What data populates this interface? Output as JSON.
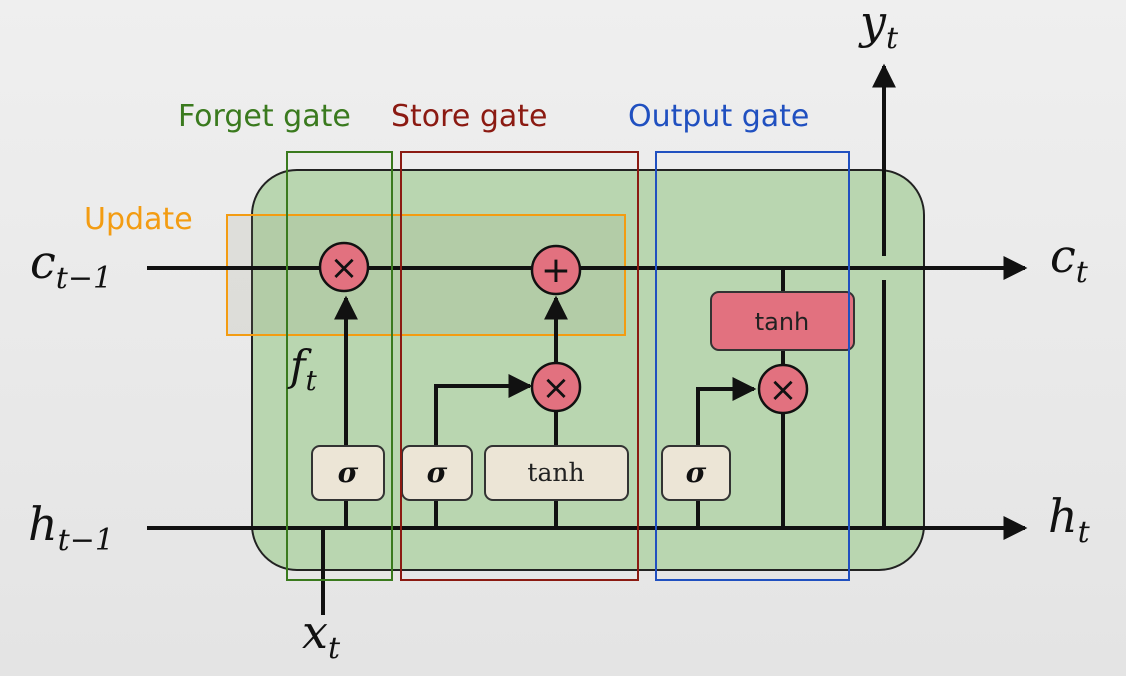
{
  "labels": {
    "forget_gate": "Forget gate",
    "store_gate": "Store gate",
    "output_gate": "Output gate",
    "update": "Update",
    "ft": "f",
    "ft_sub": "t"
  },
  "io": {
    "c_prev": "c",
    "c_prev_sub": "t−1",
    "h_prev": "h",
    "h_prev_sub": "t−1",
    "c_out": "c",
    "c_out_sub": "t",
    "h_out": "h",
    "h_out_sub": "t",
    "x_in": "x",
    "x_in_sub": "t",
    "y_out": "y",
    "y_out_sub": "t"
  },
  "ops": {
    "sigma": "σ",
    "tanh": "tanh",
    "multiply": "×",
    "add": "+"
  },
  "colors": {
    "cell_fill": "#b9d6b0",
    "forget": "#3a7a1e",
    "store": "#8b1a12",
    "output": "#2050c0",
    "update": "#f39c12",
    "op_fill": "#e2717f",
    "box_fill": "#ece5d6"
  }
}
